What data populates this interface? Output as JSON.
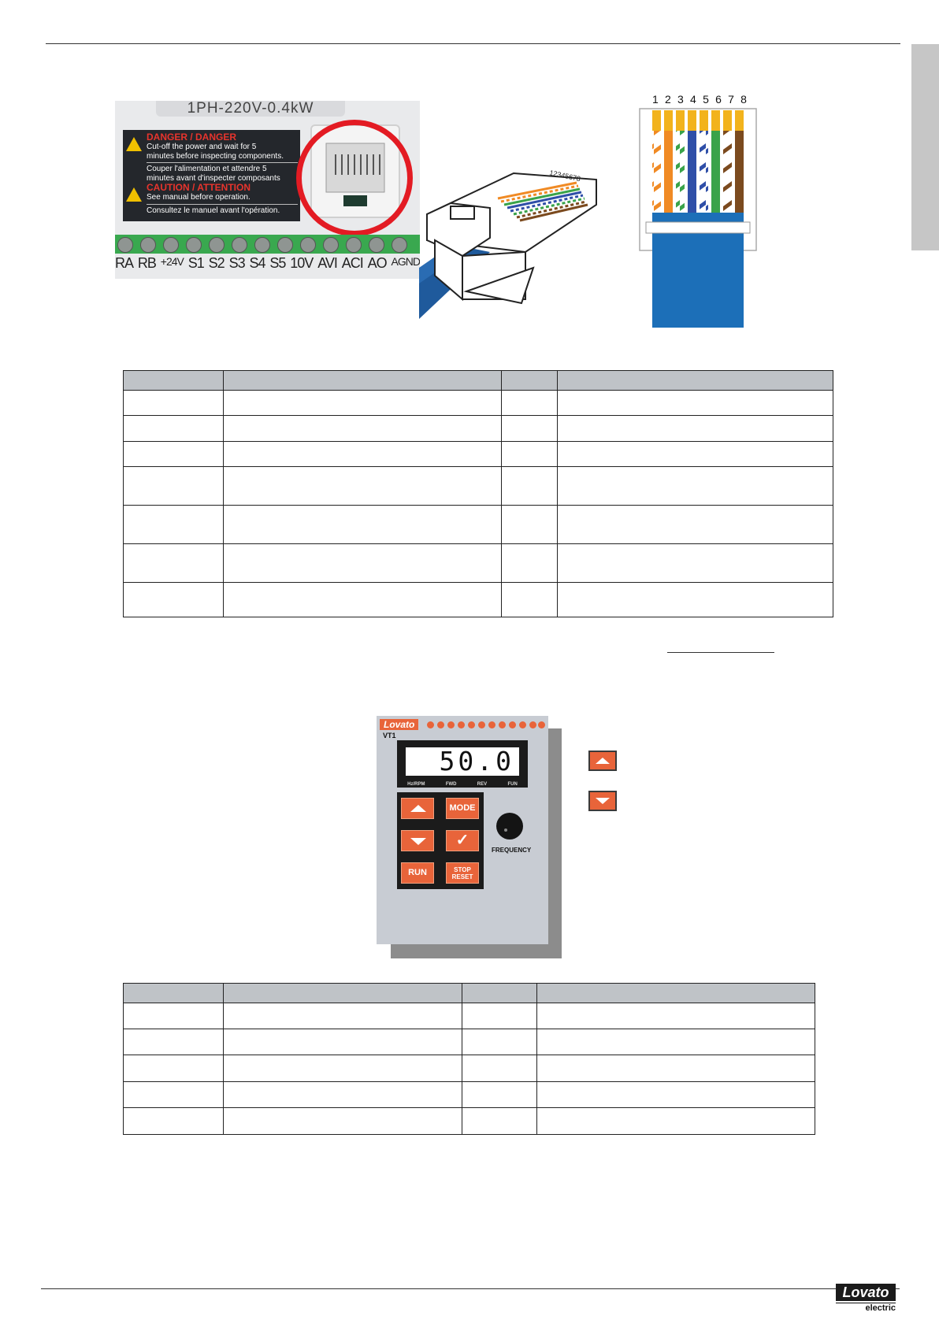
{
  "drive_photo": {
    "model_plate": "1PH-220V-0.4kW",
    "warning_label": {
      "danger_title": "DANGER / DANGER",
      "danger_line1": "Cut-off the power and wait for 5",
      "danger_line2": "minutes before inspecting components.",
      "danger_fr_line1": "Couper l'alimentation et attendre 5",
      "danger_fr_line2": "minutes avant d'inspecter composants",
      "caution_title": "CAUTION / ATTENTION",
      "caution_line1": "See manual before operation.",
      "caution_fr_line1": "Consultez le manuel avant l'opération."
    },
    "terminals": [
      "RA",
      "RB",
      "+24V",
      "S1",
      "S2",
      "S3",
      "S4",
      "S5",
      "10V",
      "AVI",
      "ACI",
      "AO",
      "AGND"
    ]
  },
  "rj45_plug": {
    "pin_numbers": "12345678"
  },
  "rj45_wiring": {
    "pin_numbers": [
      "1",
      "2",
      "3",
      "4",
      "5",
      "6",
      "7",
      "8"
    ],
    "colors": {
      "orange": "#f08a24",
      "green": "#3aa34a",
      "blue": "#2f4fa8",
      "brown": "#7b4a1e",
      "white": "#ffffff",
      "gold": "#f2b31c",
      "jacket": "#1c6fb8"
    }
  },
  "keypad": {
    "brand": "Lovato",
    "model": "VT1",
    "display_value": "50.0",
    "display_legend": [
      "Hz/RPM",
      "FWD",
      "REV",
      "FUN"
    ],
    "keys": {
      "mode": "MODE",
      "enter": "✓",
      "run": "RUN",
      "stop_line1": "STOP",
      "stop_line2": "RESET"
    },
    "knob_label": "FREQUENCY",
    "body_color": "#c8ccd3",
    "accent_color": "#e8643a"
  },
  "footer": {
    "logo_main": "Lovato",
    "logo_sub": "electric"
  }
}
